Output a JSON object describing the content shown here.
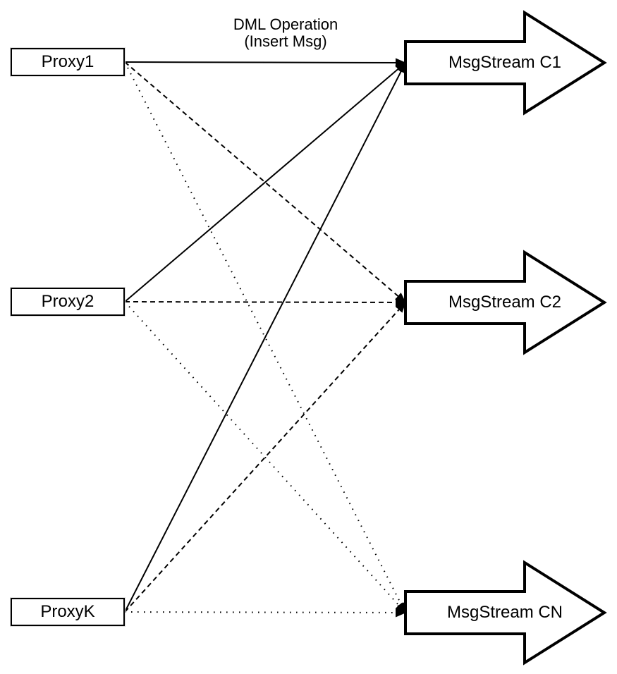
{
  "diagram": {
    "title_annotation": {
      "line1": "DML Operation",
      "line2": "(Insert Msg)"
    },
    "proxies": [
      {
        "id": "proxy1",
        "label": "Proxy1"
      },
      {
        "id": "proxy2",
        "label": "Proxy2"
      },
      {
        "id": "proxyk",
        "label": "ProxyK"
      }
    ],
    "streams": [
      {
        "id": "c1",
        "label": "MsgStream C1"
      },
      {
        "id": "c2",
        "label": "MsgStream C2"
      },
      {
        "id": "cn",
        "label": "MsgStream CN"
      }
    ],
    "edges": [
      {
        "from": "proxy1",
        "to": "c1",
        "style": "solid"
      },
      {
        "from": "proxy1",
        "to": "c2",
        "style": "dashed"
      },
      {
        "from": "proxy1",
        "to": "cn",
        "style": "dotted"
      },
      {
        "from": "proxy2",
        "to": "c1",
        "style": "solid"
      },
      {
        "from": "proxy2",
        "to": "c2",
        "style": "dashed"
      },
      {
        "from": "proxy2",
        "to": "cn",
        "style": "dotted"
      },
      {
        "from": "proxyk",
        "to": "c1",
        "style": "solid"
      },
      {
        "from": "proxyk",
        "to": "c2",
        "style": "dashed"
      },
      {
        "from": "proxyk",
        "to": "cn",
        "style": "dotted"
      }
    ],
    "colors": {
      "stroke": "#000000",
      "fill": "#ffffff"
    }
  }
}
